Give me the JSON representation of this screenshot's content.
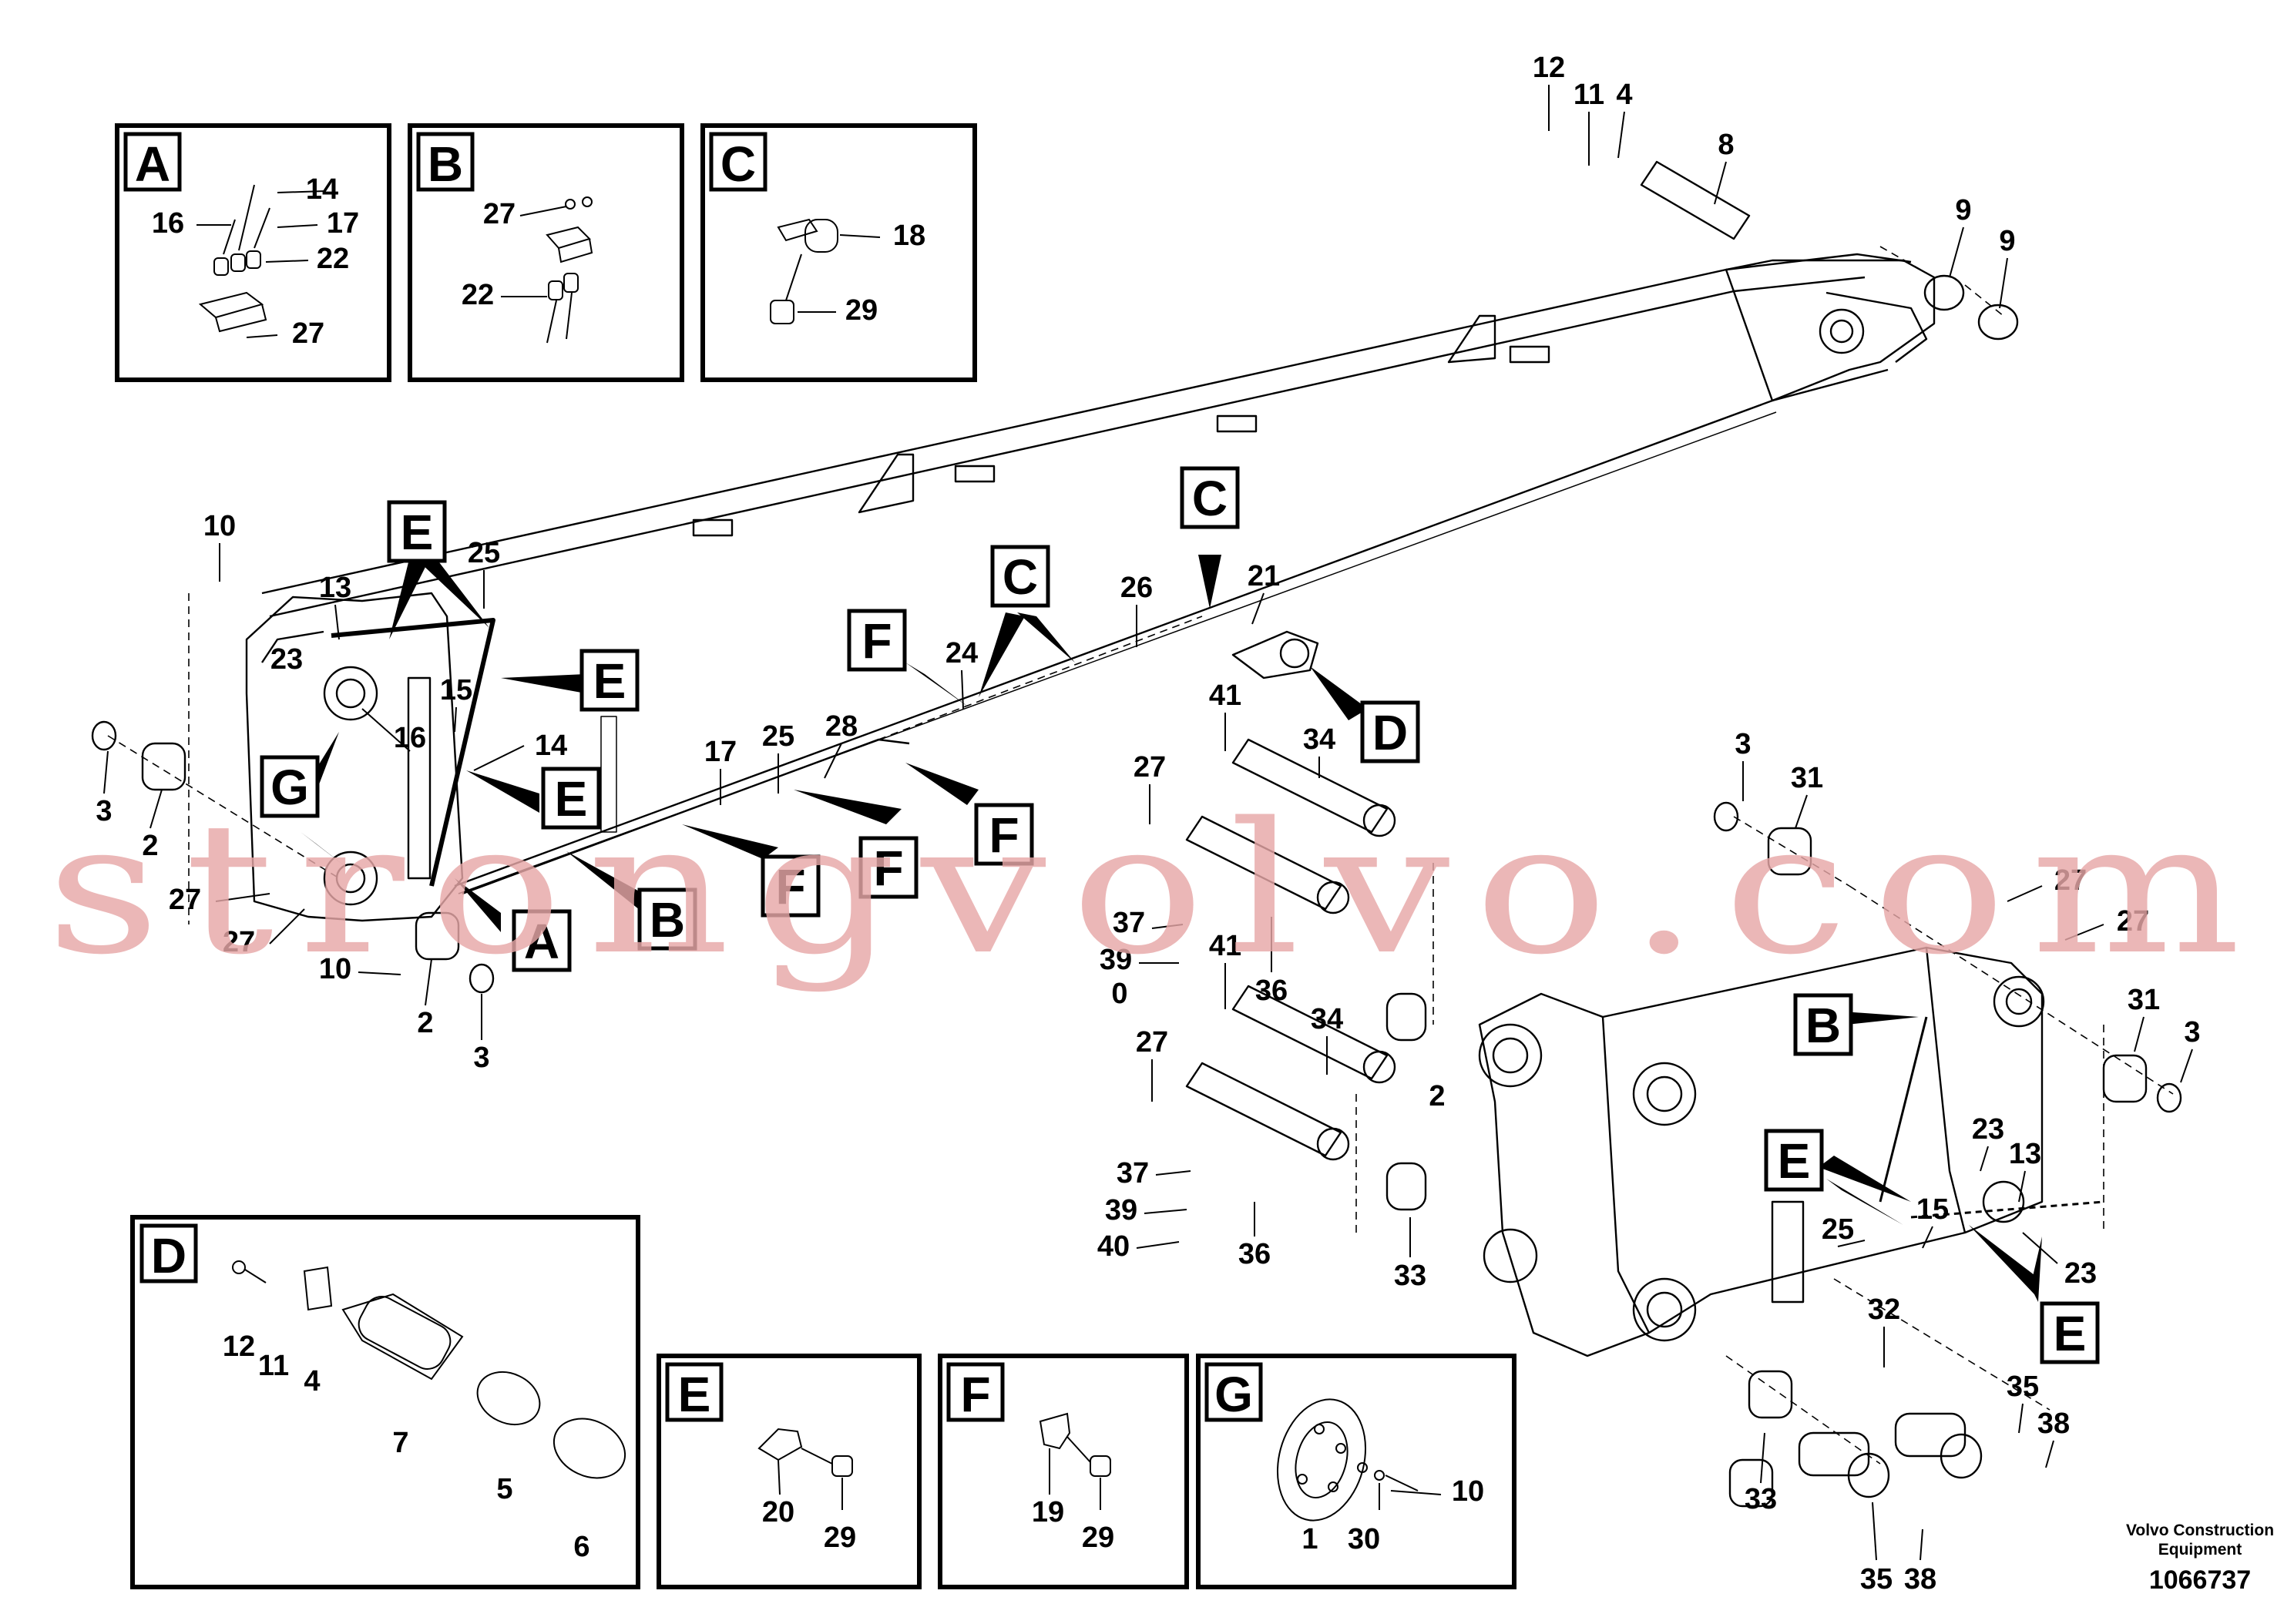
{
  "watermark": "strongvolvo.com",
  "credit": {
    "line1": "Volvo Construction",
    "line2": "Equipment"
  },
  "document_number": "1066737",
  "detail_panels": [
    {
      "letter": "A",
      "parts": [
        "14",
        "16",
        "17",
        "22",
        "27"
      ]
    },
    {
      "letter": "B",
      "parts": [
        "27",
        "22"
      ]
    },
    {
      "letter": "C",
      "parts": [
        "18",
        "29"
      ]
    },
    {
      "letter": "D",
      "parts": [
        "12",
        "11",
        "4",
        "7",
        "5",
        "6"
      ]
    },
    {
      "letter": "E",
      "parts": [
        "20",
        "29"
      ]
    },
    {
      "letter": "F",
      "parts": [
        "19",
        "29"
      ]
    },
    {
      "letter": "G",
      "parts": [
        "10",
        "1",
        "30"
      ]
    }
  ],
  "callouts": [
    "E",
    "E",
    "E",
    "G",
    "A",
    "B",
    "F",
    "F",
    "F",
    "F",
    "C",
    "C",
    "D",
    "B",
    "E",
    "E"
  ],
  "part_numbers": {
    "stick_end": [
      "12",
      "11",
      "4",
      "8",
      "9",
      "9"
    ],
    "boom_front": [
      "10",
      "13",
      "23",
      "25",
      "15",
      "16",
      "14",
      "3",
      "2",
      "27",
      "27",
      "10",
      "2",
      "3",
      "17",
      "25",
      "28",
      "24",
      "26",
      "21"
    ],
    "pins_center": [
      "41",
      "34",
      "27",
      "37",
      "39",
      "0",
      "41",
      "36",
      "27",
      "34",
      "37",
      "39",
      "40",
      "36",
      "2",
      "33"
    ],
    "boom_rear": [
      "3",
      "31",
      "27",
      "27",
      "31",
      "3",
      "23",
      "13",
      "25",
      "15",
      "23",
      "32",
      "35",
      "38",
      "33",
      "35",
      "38"
    ]
  }
}
